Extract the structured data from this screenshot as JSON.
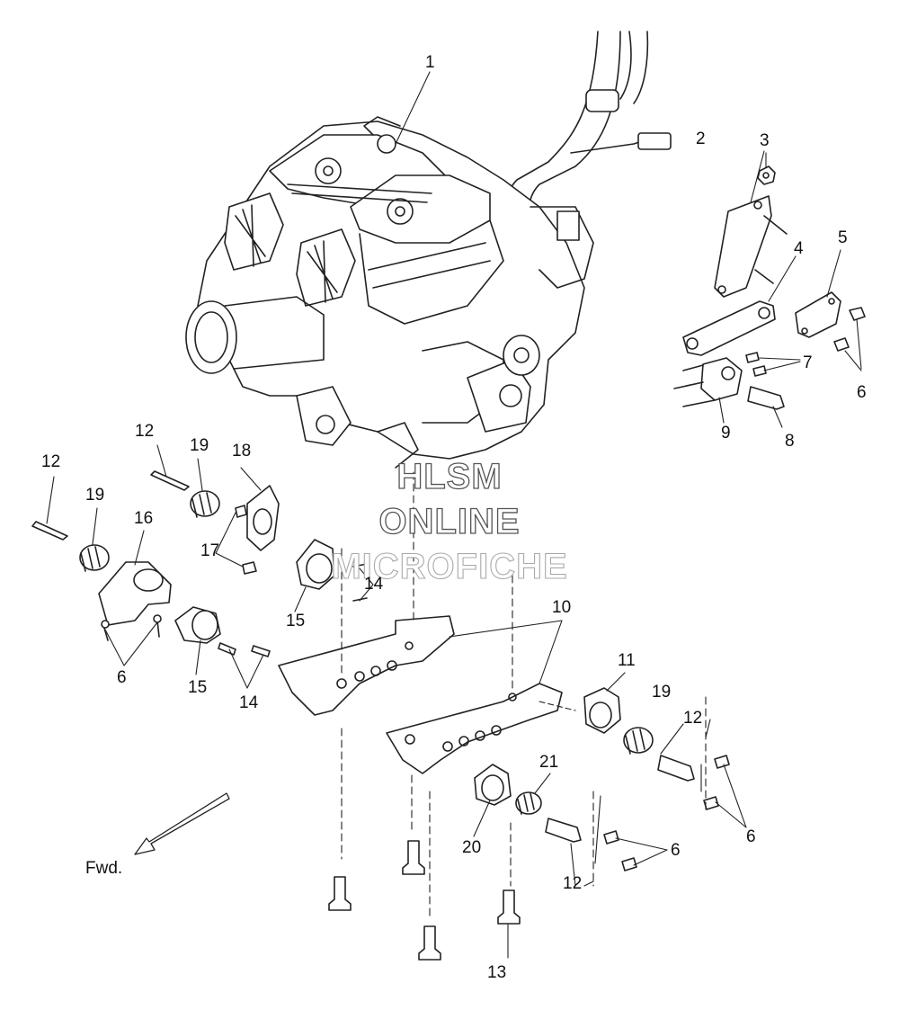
{
  "watermark": {
    "line1": "HLSM",
    "line2": "ONLINE",
    "line3": "MICROFICHE"
  },
  "direction_label": "Fwd.",
  "callouts": [
    "1",
    "2",
    "3",
    "4",
    "5",
    "6",
    "7",
    "8",
    "9",
    "10",
    "11",
    "12",
    "13",
    "14",
    "15",
    "16",
    "17",
    "18",
    "19",
    "20",
    "21"
  ],
  "callout_occurrences": {
    "c1": "1",
    "c2": "2",
    "c3": "3",
    "c4": "4",
    "c5": "5",
    "c6a": "6",
    "c6b": "6",
    "c6c": "6",
    "c6d": "6",
    "c7": "7",
    "c8": "8",
    "c9": "9",
    "c10": "10",
    "c11": "11",
    "c12a": "12",
    "c12b": "12",
    "c12c": "12",
    "c12d": "12",
    "c13": "13",
    "c14a": "14",
    "c14b": "14",
    "c15a": "15",
    "c15b": "15",
    "c16": "16",
    "c17": "17",
    "c18": "18",
    "c19a": "19",
    "c19b": "19",
    "c19c": "19",
    "c20": "20",
    "c21": "21"
  },
  "colors": {
    "line": "#222222",
    "fill": "#ffffff",
    "shade": "#cfcfcf",
    "watermark_stroke": "#555555"
  }
}
